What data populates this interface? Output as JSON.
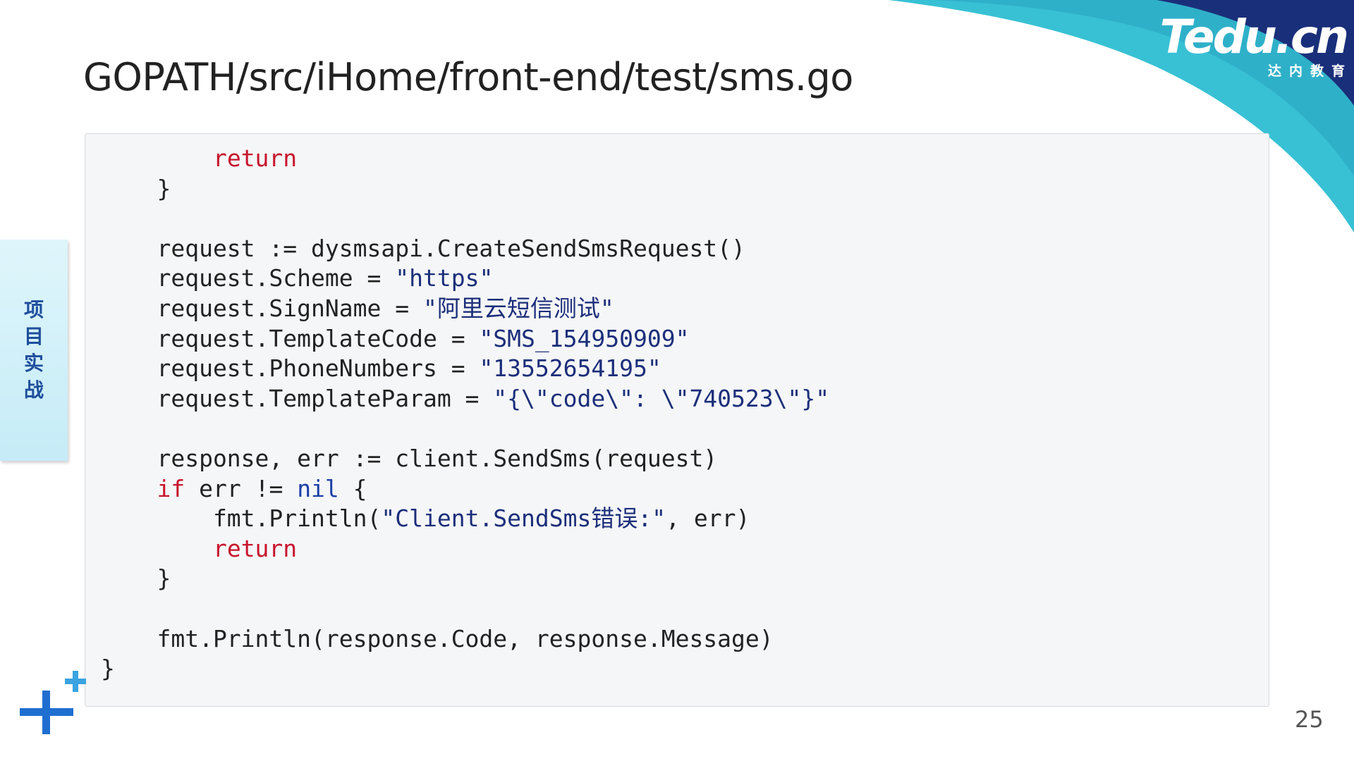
{
  "brand": {
    "logo": "Tedu.cn",
    "logo_sub": "达内教育",
    "colors": {
      "teal": "#33bdd0",
      "navy": "#1a2f7a",
      "accent_blue": "#1f6fd1"
    }
  },
  "slide": {
    "title": "GOPATH/src/iHome/front-end/test/sms.go",
    "section_tab": [
      "项",
      "目",
      "实",
      "战"
    ],
    "page_number": "25"
  },
  "code": {
    "lines": [
      [
        {
          "t": "        "
        },
        {
          "t": "return",
          "c": "kw"
        }
      ],
      [
        {
          "t": "    }"
        }
      ],
      [
        {
          "t": ""
        }
      ],
      [
        {
          "t": "    request := dysmsapi.CreateSendSmsRequest()"
        }
      ],
      [
        {
          "t": "    request.Scheme = "
        },
        {
          "t": "\"https\"",
          "c": "str"
        }
      ],
      [
        {
          "t": "    request.SignName = "
        },
        {
          "t": "\"阿里云短信测试\"",
          "c": "str"
        }
      ],
      [
        {
          "t": "    request.TemplateCode = "
        },
        {
          "t": "\"SMS_154950909\"",
          "c": "str"
        }
      ],
      [
        {
          "t": "    request.PhoneNumbers = "
        },
        {
          "t": "\"13552654195\"",
          "c": "str"
        }
      ],
      [
        {
          "t": "    request.TemplateParam = "
        },
        {
          "t": "\"{\\\"code\\\": \\\"740523\\\"}\"",
          "c": "str"
        }
      ],
      [
        {
          "t": ""
        }
      ],
      [
        {
          "t": "    response, err := client.SendSms(request)"
        }
      ],
      [
        {
          "t": "    "
        },
        {
          "t": "if",
          "c": "kw"
        },
        {
          "t": " err != "
        },
        {
          "t": "nil",
          "c": "kw2"
        },
        {
          "t": " {"
        }
      ],
      [
        {
          "t": "        fmt.Println("
        },
        {
          "t": "\"Client.SendSms错误:\"",
          "c": "str"
        },
        {
          "t": ", err)"
        }
      ],
      [
        {
          "t": "        "
        },
        {
          "t": "return",
          "c": "kw"
        }
      ],
      [
        {
          "t": "    }"
        }
      ],
      [
        {
          "t": ""
        }
      ],
      [
        {
          "t": "    fmt.Println(response.Code, response.Message)"
        }
      ],
      [
        {
          "t": "}"
        }
      ]
    ]
  }
}
